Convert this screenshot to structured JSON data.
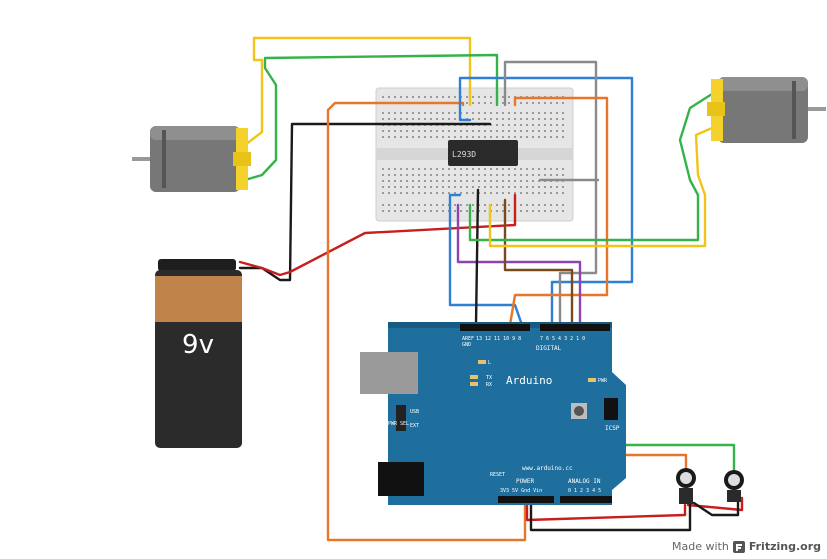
{
  "battery": {
    "label": "9v"
  },
  "chip": {
    "label": "L293D"
  },
  "arduino": {
    "logo_text": "Arduino",
    "url_text": "www.arduino.cc",
    "digital_label": "DIGITAL",
    "power_label": "POWER",
    "analog_label": "ANALOG IN",
    "icsp_label": "ICSP",
    "reset_label": "RESET",
    "tx_label": "TX",
    "rx_label": "RX",
    "l_label": "L",
    "pwr_label": "PWR",
    "usb_label": "USB",
    "ext_label": "EXT",
    "pwr_sel_label": "PWR SEL",
    "aref_label": "AREF",
    "gnd_label": "GND",
    "power_pins": "3V3 5V Gnd Vin",
    "analog_pins": "0 1 2 3 4 5",
    "digital_pins_high": "13 12 11 10 9 8",
    "digital_pins_low": "7 6 5 4 3 2 1 0"
  },
  "credit": {
    "prefix": "Made with",
    "brand": "Fritzing.org"
  },
  "colors": {
    "board": "#1f6f9e",
    "board_dark": "#175a82",
    "breadboard": "#e9e9e9",
    "wire_yellow": "#f0c419",
    "wire_green": "#35b34a",
    "wire_black": "#1a1a1a",
    "wire_red": "#c81e1e",
    "wire_orange": "#e8762a",
    "wire_blue": "#2f7fd6",
    "wire_gray": "#8a8a8a",
    "wire_purple": "#8e44ad",
    "wire_brown": "#7a4a1e",
    "motor_body": "#777777",
    "motor_cap": "#f4d22b",
    "battery_top": "#c0834a",
    "battery_bottom": "#2b2b2b"
  }
}
